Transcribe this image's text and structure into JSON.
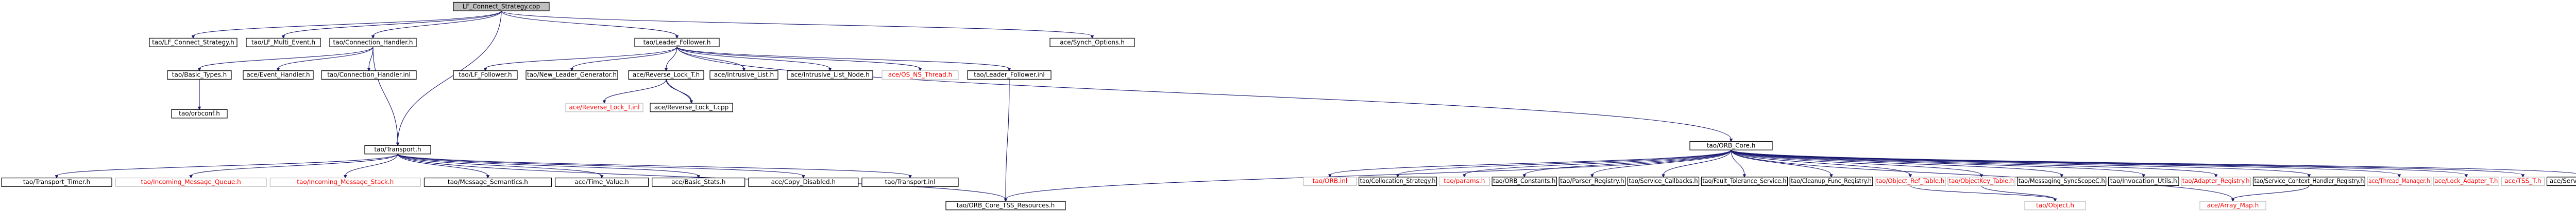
{
  "colors": {
    "edge": "#191970",
    "box_border": "#000000",
    "box_border_missing": "#bfbfbf",
    "box_fill": "#ffffff",
    "root_fill": "#bfbfbf",
    "text_normal": "#000000",
    "text_missing": "#ff0000"
  },
  "nodes": [
    {
      "id": "n0",
      "label": "LF_Connect_Strategy.cpp",
      "style": "root"
    },
    {
      "id": "n1",
      "label": "tao/LF_Connect_Strategy.h",
      "style": "normal"
    },
    {
      "id": "n2",
      "label": "tao/LF_Multi_Event.h",
      "style": "normal"
    },
    {
      "id": "n3",
      "label": "tao/Connection_Handler.h",
      "style": "normal"
    },
    {
      "id": "n4",
      "label": "tao/Basic_Types.h",
      "style": "normal"
    },
    {
      "id": "n5",
      "label": "tao/orbconf.h",
      "style": "normal"
    },
    {
      "id": "n6",
      "label": "ace/Event_Handler.h",
      "style": "normal"
    },
    {
      "id": "n7",
      "label": "tao/Connection_Handler.inl",
      "style": "normal"
    },
    {
      "id": "n8",
      "label": "tao/Transport.h",
      "style": "normal"
    },
    {
      "id": "n9",
      "label": "tao/Transport_Timer.h",
      "style": "normal"
    },
    {
      "id": "n10",
      "label": "tao/Incoming_Message_Queue.h",
      "style": "missing"
    },
    {
      "id": "n11",
      "label": "tao/Incoming_Message_Stack.h",
      "style": "missing"
    },
    {
      "id": "n12",
      "label": "tao/Message_Semantics.h",
      "style": "normal"
    },
    {
      "id": "n13",
      "label": "ace/Time_Value.h",
      "style": "normal"
    },
    {
      "id": "n14",
      "label": "ace/Basic_Stats.h",
      "style": "normal"
    },
    {
      "id": "n15",
      "label": "ace/Copy_Disabled.h",
      "style": "normal"
    },
    {
      "id": "n16",
      "label": "tao/Transport.inl",
      "style": "normal"
    },
    {
      "id": "n17",
      "label": "tao/LF_Follower.h",
      "style": "normal"
    },
    {
      "id": "n18",
      "label": "tao/New_Leader_Generator.h",
      "style": "normal"
    },
    {
      "id": "n19",
      "label": "tao/Leader_Follower.h",
      "style": "normal"
    },
    {
      "id": "n20",
      "label": "ace/Reverse_Lock_T.h",
      "style": "normal"
    },
    {
      "id": "n21",
      "label": "ace/Reverse_Lock_T.inl",
      "style": "missing"
    },
    {
      "id": "n22",
      "label": "ace/Reverse_Lock_T.cpp",
      "style": "normal"
    },
    {
      "id": "n23",
      "label": "ace/Intrusive_List.h",
      "style": "normal"
    },
    {
      "id": "n24",
      "label": "ace/Intrusive_List_Node.h",
      "style": "normal"
    },
    {
      "id": "n25",
      "label": "ace/OS_NS_Thread.h",
      "style": "missing"
    },
    {
      "id": "n26",
      "label": "tao/Leader_Follower.inl",
      "style": "normal"
    },
    {
      "id": "n27",
      "label": "tao/ORB_Core_TSS_Resources.h",
      "style": "normal"
    },
    {
      "id": "n28",
      "label": "tao/ORB_Core.h",
      "style": "normal"
    },
    {
      "id": "n29",
      "label": "tao/ORB.inl",
      "style": "missing"
    },
    {
      "id": "n30",
      "label": "tao/Collocation_Strategy.h",
      "style": "normal"
    },
    {
      "id": "n31",
      "label": "tao/params.h",
      "style": "missing"
    },
    {
      "id": "n32",
      "label": "tao/ORB_Constants.h",
      "style": "normal"
    },
    {
      "id": "n33",
      "label": "tao/Parser_Registry.h",
      "style": "normal"
    },
    {
      "id": "n34",
      "label": "tao/Service_Callbacks.h",
      "style": "normal"
    },
    {
      "id": "n35",
      "label": "tao/Fault_Tolerance_Service.h",
      "style": "normal"
    },
    {
      "id": "n36",
      "label": "tao/Cleanup_Func_Registry.h",
      "style": "normal"
    },
    {
      "id": "n37",
      "label": "tao/Object_Ref_Table.h",
      "style": "missing"
    },
    {
      "id": "n38",
      "label": "tao/Object.h",
      "style": "missing"
    },
    {
      "id": "n39",
      "label": "tao/ObjectKey_Table.h",
      "style": "missing"
    },
    {
      "id": "n40",
      "label": "tao/Messaging_SyncScopeC.h",
      "style": "normal"
    },
    {
      "id": "n41",
      "label": "tao/Invocation_Utils.h",
      "style": "normal"
    },
    {
      "id": "n42",
      "label": "tao/Adapter_Registry.h",
      "style": "missing"
    },
    {
      "id": "n43",
      "label": "tao/Service_Context_Handler_Registry.h",
      "style": "normal"
    },
    {
      "id": "n44",
      "label": "ace/Array_Map.h",
      "style": "missing"
    },
    {
      "id": "n45",
      "label": "ace/Thread_Manager.h",
      "style": "missing"
    },
    {
      "id": "n46",
      "label": "ace/Lock_Adapter_T.h",
      "style": "missing"
    },
    {
      "id": "n47",
      "label": "ace/TSS_T.h",
      "style": "missing"
    },
    {
      "id": "n48",
      "label": "ace/Service_Config.h",
      "style": "normal"
    },
    {
      "id": "n49",
      "label": "ace/Synch_Options.h",
      "style": "normal"
    }
  ],
  "edges": [
    [
      "n0",
      "n1"
    ],
    [
      "n0",
      "n2"
    ],
    [
      "n0",
      "n3"
    ],
    [
      "n0",
      "n8"
    ],
    [
      "n0",
      "n19"
    ],
    [
      "n0",
      "n49"
    ],
    [
      "n3",
      "n4"
    ],
    [
      "n3",
      "n6"
    ],
    [
      "n3",
      "n7"
    ],
    [
      "n4",
      "n5"
    ],
    [
      "n3",
      "n8"
    ],
    [
      "n8",
      "n9"
    ],
    [
      "n8",
      "n10"
    ],
    [
      "n8",
      "n11"
    ],
    [
      "n8",
      "n12"
    ],
    [
      "n8",
      "n13"
    ],
    [
      "n8",
      "n14"
    ],
    [
      "n8",
      "n15"
    ],
    [
      "n8",
      "n16"
    ],
    [
      "n19",
      "n17"
    ],
    [
      "n19",
      "n18"
    ],
    [
      "n19",
      "n20"
    ],
    [
      "n19",
      "n23"
    ],
    [
      "n19",
      "n24"
    ],
    [
      "n19",
      "n25"
    ],
    [
      "n19",
      "n26"
    ],
    [
      "n19",
      "n28"
    ],
    [
      "n20",
      "n21"
    ],
    [
      "n20",
      "n22"
    ],
    [
      "n22",
      "n20"
    ],
    [
      "n26",
      "n27"
    ],
    [
      "n8",
      "n27"
    ],
    [
      "n28",
      "n27"
    ],
    [
      "n28",
      "n29"
    ],
    [
      "n28",
      "n30"
    ],
    [
      "n28",
      "n31"
    ],
    [
      "n28",
      "n32"
    ],
    [
      "n28",
      "n33"
    ],
    [
      "n28",
      "n34"
    ],
    [
      "n28",
      "n35"
    ],
    [
      "n28",
      "n36"
    ],
    [
      "n28",
      "n37"
    ],
    [
      "n28",
      "n39"
    ],
    [
      "n28",
      "n40"
    ],
    [
      "n28",
      "n41"
    ],
    [
      "n28",
      "n42"
    ],
    [
      "n28",
      "n43"
    ],
    [
      "n28",
      "n45"
    ],
    [
      "n28",
      "n46"
    ],
    [
      "n28",
      "n47"
    ],
    [
      "n28",
      "n48"
    ],
    [
      "n37",
      "n38"
    ],
    [
      "n39",
      "n38"
    ],
    [
      "n43",
      "n44"
    ],
    [
      "n28",
      "n44"
    ]
  ]
}
